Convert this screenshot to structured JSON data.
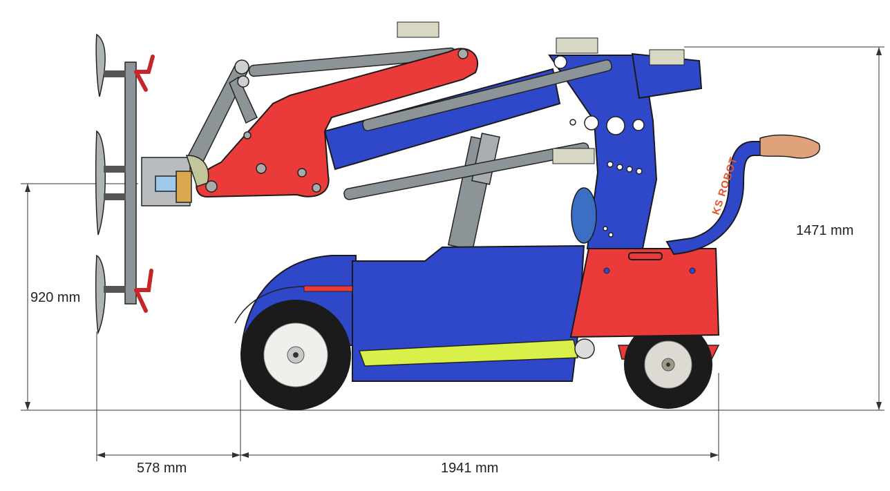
{
  "dimensions": {
    "height_total": "1471 mm",
    "height_cups": "920 mm",
    "length_front": "578 mm",
    "length_body": "1941 mm"
  },
  "handle_brand": "KS ROBOT",
  "colors": {
    "body_blue": "#2f47c9",
    "boom_red": "#ea3a3a",
    "frame_yellow": "#d9ef4a",
    "rod_grey": "#8d9497",
    "tyre_black": "#1b1b1b",
    "dim_line": "#333333"
  }
}
